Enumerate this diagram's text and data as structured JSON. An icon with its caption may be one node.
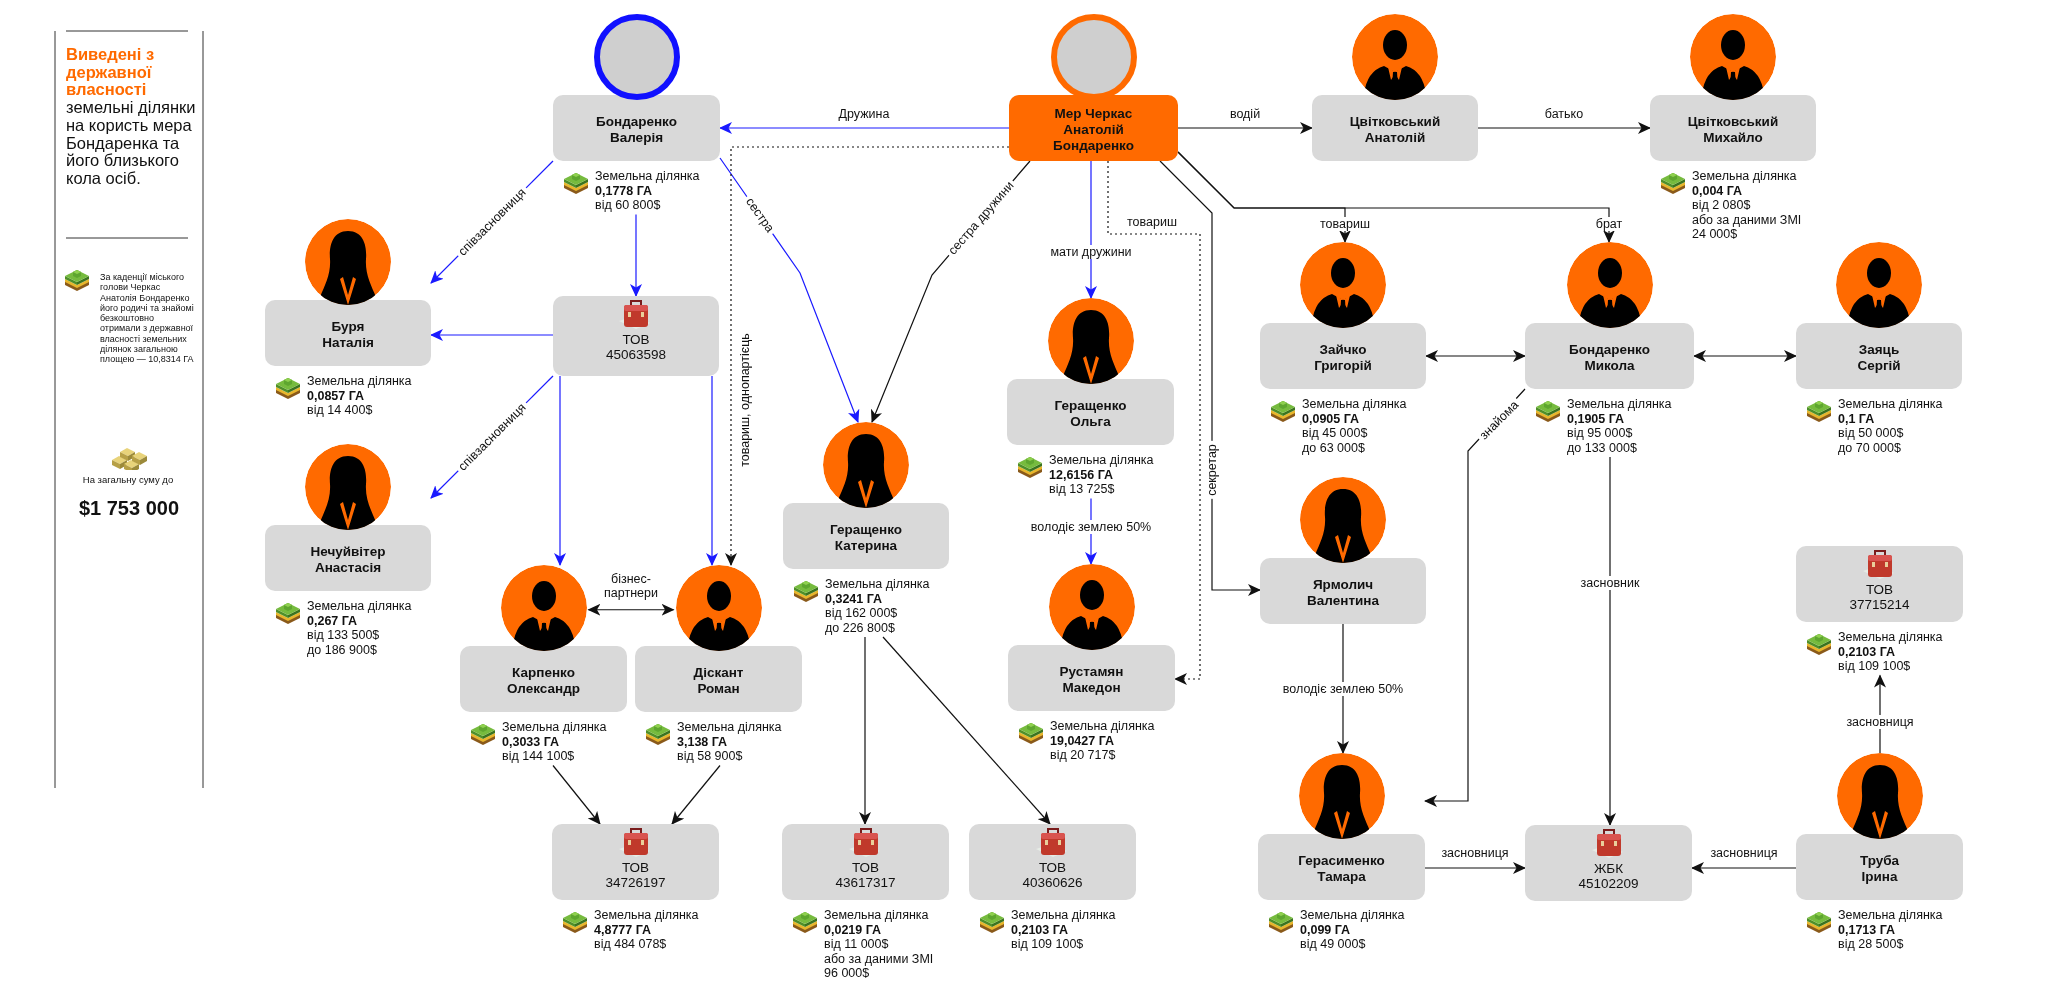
{
  "diagram": {
    "title": "**Виведені з державної власності** земельні ділянки на користь мера Бондаренка та його близького кола осіб.",
    "nodes": [
      {
        "text": [
          "Бондаренко Валерія"
        ],
        "beside": [
          "Земельна ділянка",
          "0,1778 ГА",
          "від 60 800$"
        ]
      },
      {
        "text": [
          "Мер Черкас Анатолій Бондаренко"
        ]
      },
      {
        "text": [
          "Цвітковський Анатолій"
        ]
      },
      {
        "text": [
          "Цвітковський Михайло"
        ],
        "beside": [
          "Земельна ділянка",
          "0,004 ГА",
          "від 2 080$",
          "або за даними ЗМІ",
          "24 000$"
        ]
      },
      {
        "text": [
          "Буря Наталія"
        ],
        "beside": [
          "Земельна ділянка",
          "0,0857 ГА",
          "від 14 400$"
        ]
      },
      {
        "text": [
          "ТОВ",
          "45063598"
        ]
      },
      {
        "text": [
          "Зайчко Григорій"
        ],
        "beside": [
          "Земельна ділянка",
          "0,0905 ГА",
          "від 45 000$",
          "до 63 000$"
        ]
      },
      {
        "text": [
          "Бондаренко Микола"
        ],
        "beside": [
          "Земельна ділянка",
          "0,1905 ГА",
          "від 95 000$",
          "до 133 000$"
        ]
      },
      {
        "text": [
          "Заяць Сергій"
        ],
        "beside": [
          "Земельна ділянка",
          "0,1 ГА",
          "від 50 000$",
          "до 70 000$"
        ]
      },
      {
        "text": [
          "Геращенко Ольга"
        ],
        "beside": [
          "Земельна ділянка",
          "12,6156 ГА",
          "від 13 725$"
        ]
      },
      {
        "text": [
          "Нечуйвітер Анастасія"
        ],
        "beside": [
          "Земельна ділянка",
          "0,267 ГА",
          "від 133 500$",
          "до 186 900$"
        ]
      },
      {
        "text": [
          "Геращенко Катерина"
        ],
        "beside": [
          "Земельна ділянка",
          "0,3241 ГА",
          "від 162 000$",
          "до 226 800$"
        ]
      },
      {
        "text": [
          "Ярмолич Валентина"
        ]
      },
      {
        "text": [
          "ТОВ",
          "37715214"
        ],
        "beside": [
          "Земельна ділянка",
          "0,2103 ГА",
          "від 109 100$"
        ]
      },
      {
        "text": [
          "Карпенко Олександр"
        ],
        "beside": [
          "Земельна ділянка",
          "0,3033 ГА",
          "від 144 100$"
        ]
      },
      {
        "text": [
          "Діскант Роман"
        ],
        "beside": [
          "Земельна ділянка",
          "3,138 ГА",
          "від 58 900$"
        ]
      },
      {
        "text": [
          "Рустамян Македон"
        ],
        "beside": [
          "Земельна ділянка",
          "19,0427 ГА",
          "від 20 717$"
        ]
      },
      {
        "text": [
          "ТОВ",
          "34726197"
        ],
        "beside": [
          "Земельна ділянка",
          "4,8777 ГА",
          "від 484 078$"
        ]
      },
      {
        "text": [
          "ТОВ",
          "43617317"
        ],
        "beside": [
          "Земельна ділянка",
          "0,0219 ГА",
          "від 11 000$",
          "або за даними ЗМІ",
          "96 000$"
        ]
      },
      {
        "text": [
          "ТОВ",
          "40360626"
        ],
        "beside": [
          "Земельна ділянка",
          "0,2103 ГА",
          "від 109 100$"
        ]
      },
      {
        "text": [
          "Герасименко Тамара"
        ],
        "beside": [
          "Земельна ділянка",
          "0,099 ГА",
          "від 49 000$"
        ]
      },
      {
        "text": [
          "ЖБК",
          "45102209"
        ]
      },
      {
        "text": [
          "Труба Ірина"
        ],
        "beside": [
          "Земельна ділянка",
          "0,1713 ГА",
          "від 28 500$"
        ]
      }
    ],
    "edges": [
      {
        "from": 1,
        "to": 0,
        "arrow": "to",
        "label": "Дружина",
        "color": "#1a1aff"
      },
      {
        "from": 1,
        "to": 2,
        "arrow": "to",
        "label": "водій"
      },
      {
        "from": 2,
        "to": 3,
        "arrow": "to",
        "label": "батько"
      },
      {
        "from": 1,
        "to": 6,
        "arrow": "to",
        "label": "товариш"
      },
      {
        "from": 1,
        "to": 7,
        "arrow": "to",
        "label": "брат"
      },
      {
        "from": 1,
        "to": 12,
        "arrow": "to",
        "label": "секретар"
      },
      {
        "from": 1,
        "to": 16,
        "arrow": "to",
        "label": "товариш",
        "style": "dashed"
      },
      {
        "from": 1,
        "to": 9,
        "arrow": "to",
        "label": "мати дружини",
        "color": "#1a1aff"
      },
      {
        "from": 1,
        "to": 11,
        "arrow": "to",
        "label": "сестра дружини"
      },
      {
        "from": 0,
        "to": 11,
        "arrow": "to",
        "label": "сестра",
        "color": "#1a1aff"
      },
      {
        "from": 1,
        "to": 15,
        "arrow": "to",
        "label": "товариш, однопартієць",
        "style": "dashed"
      },
      {
        "from": 0,
        "to": 5,
        "arrow": "to",
        "color": "#1a1aff"
      },
      {
        "from": 5,
        "to": 4,
        "arrow": "to",
        "color": "#1a1aff"
      },
      {
        "from": 0,
        "to": 4,
        "arrow": "to",
        "label": "співзасновниця",
        "color": "#1a1aff"
      },
      {
        "from": 5,
        "to": 10,
        "arrow": "to",
        "label": "співзасновниця",
        "color": "#1a1aff"
      },
      {
        "from": 5,
        "to": 14,
        "arrow": "to",
        "color": "#1a1aff"
      },
      {
        "from": 5,
        "to": 15,
        "arrow": "to",
        "color": "#1a1aff"
      },
      {
        "from": 14,
        "to": 15,
        "arrow": "both",
        "label": "бізнес-партнери"
      },
      {
        "from": 14,
        "to": 17,
        "arrow": "to"
      },
      {
        "from": 15,
        "to": 17,
        "arrow": "to"
      },
      {
        "from": 11,
        "to": 18,
        "arrow": "to"
      },
      {
        "from": 11,
        "to": 19,
        "arrow": "to"
      },
      {
        "from": 9,
        "to": 16,
        "arrow": "to",
        "label": "володіє землею 50%",
        "color": "#1a1aff"
      },
      {
        "from": 6,
        "to": 7,
        "arrow": "both"
      },
      {
        "from": 7,
        "to": 8,
        "arrow": "both"
      },
      {
        "from": 7,
        "to": 20,
        "arrow": "to",
        "label": "знайома"
      },
      {
        "from": 7,
        "to": 21,
        "arrow": "to",
        "label": "засновник"
      },
      {
        "from": 12,
        "to": 20,
        "arrow": "to",
        "label": "володіє землею 50%"
      },
      {
        "from": 20,
        "to": 21,
        "arrow": "to",
        "label": "засновниця"
      },
      {
        "from": 22,
        "to": 21,
        "arrow": "to",
        "label": "засновниця"
      },
      {
        "from": 22,
        "to": 13,
        "arrow": "to",
        "label": "засновниця"
      }
    ],
    "labels": [
      "За каденції міського голови Черкас Анатолія Бондаренко його родичі та знайомі безкоштовно отримали з державної власності земельних ділянок загальною площею — 10,8314 ГА",
      "На загальну суму до",
      "$1 753 000"
    ]
  }
}
